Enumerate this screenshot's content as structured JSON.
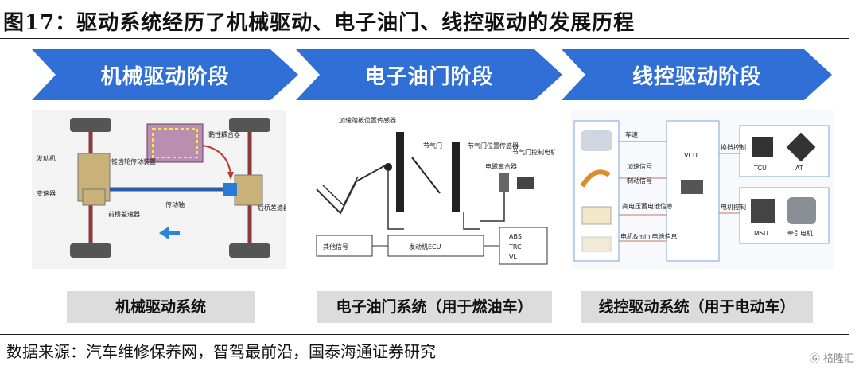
{
  "title": "图17：驱动系统经历了机械驱动、电子油门、线控驱动的发展历程",
  "stages": [
    {
      "label": "机械驱动阶段",
      "caption": "机械驱动系统"
    },
    {
      "label": "电子油门阶段",
      "caption": "电子油门系统（用于燃油车）"
    },
    {
      "label": "线控驱动阶段",
      "caption": "线控驱动系统（用于电动车）"
    }
  ],
  "mechanical": {
    "engine": "发动机",
    "gearbox": "变速器",
    "bevel": "锥齿轮传动装置",
    "coupling": "黏性耦合器",
    "shaft": "传动轴",
    "front_diff": "前桥差速器",
    "rear_diff": "后桥差速器"
  },
  "throttle": {
    "pedal_sensor": "加速踏板位置传感器",
    "throttle": "节气门",
    "throttle_sensor": "节气门位置传感器",
    "clutch": "电磁离合器",
    "motor": "节气门控制电机",
    "other": "其他信号",
    "ecu": "发动机ECU",
    "abs": "ABS",
    "trc": "TRC",
    "vl": "VL"
  },
  "wire": {
    "speed": "车速",
    "accel": "加速信号",
    "brake": "制动信号",
    "hv": "高电压蓄电池信息",
    "motor_info": "电机&mini电池信息",
    "vcu": "VCU",
    "shift": "换挡控制",
    "motor_ctrl": "电机控制",
    "tcu": "TCU",
    "at": "AT",
    "msu": "MSU",
    "traction": "牵引电机"
  },
  "source": "数据来源：汽车维修保养网，智驾最前沿，国泰海通证券研究",
  "watermark": "格隆汇",
  "colors": {
    "banner": "#2f6fd6",
    "caption_bg": "#dcdcdc",
    "accent": "#1f5fbf"
  }
}
